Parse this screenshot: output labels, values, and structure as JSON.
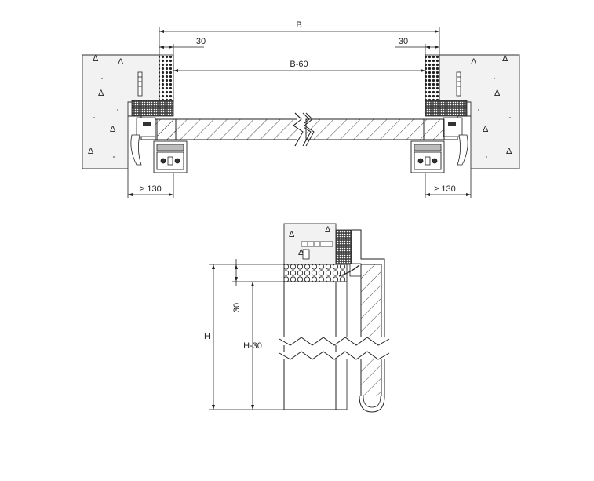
{
  "labels": {
    "plan_width": "B",
    "plan_left_offset": "30",
    "plan_right_offset": "30",
    "plan_clear_width": "B-60",
    "plan_left_min_depth": "≥ 130",
    "plan_right_min_depth": "≥ 130",
    "section_height": "H",
    "section_offset": "30",
    "section_clear_height": "H-30"
  },
  "colors": {
    "line": "#222222",
    "concrete": "#f2f2f2",
    "insulation_dots": "#222222",
    "hatch": "#333333"
  }
}
